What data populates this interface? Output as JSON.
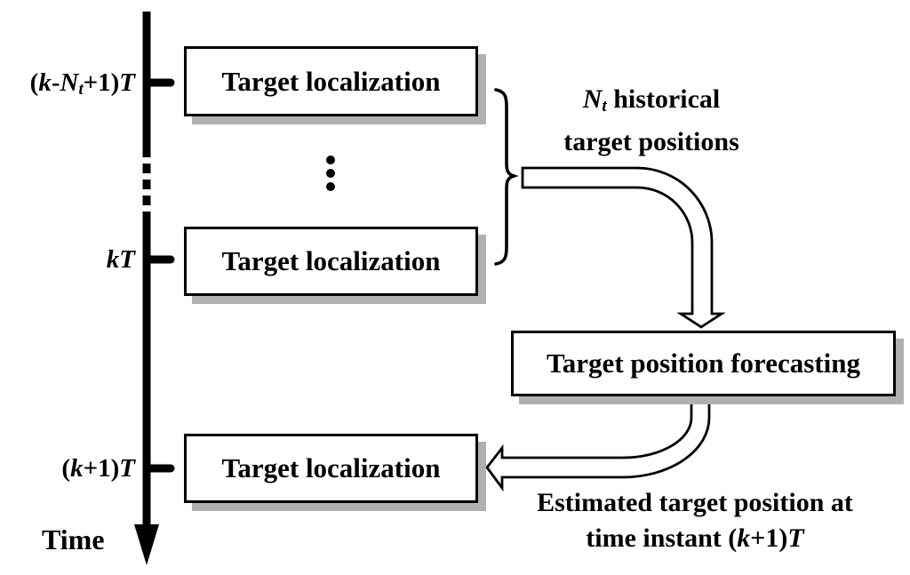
{
  "canvas": {
    "background": "#ffffff",
    "ink_color": "#000000",
    "shadow_color": "#b0b0b0"
  },
  "timeline": {
    "axis_label": "Time",
    "ticks": [
      {
        "name": "tick-k-minus-nt-plus-1-T",
        "rich": [
          [
            "(",
            ""
          ],
          [
            "k",
            "i"
          ],
          [
            "-",
            ""
          ],
          [
            "N",
            "i"
          ],
          [
            "t",
            "is"
          ],
          [
            "+1)",
            ""
          ],
          [
            "T",
            "i"
          ]
        ]
      },
      {
        "name": "tick-kT",
        "rich": [
          [
            "k",
            "i"
          ],
          [
            "T",
            "i"
          ]
        ]
      },
      {
        "name": "tick-k-plus-1-T",
        "rich": [
          [
            "(",
            ""
          ],
          [
            "k",
            "i"
          ],
          [
            "+1)",
            ""
          ],
          [
            "T",
            "i"
          ]
        ]
      }
    ]
  },
  "boxes": [
    {
      "id": "target-localization-1",
      "label": "Target localization"
    },
    {
      "id": "target-localization-2",
      "label": "Target localization"
    },
    {
      "id": "target-localization-3",
      "label": "Target localization"
    },
    {
      "id": "target-position-forecasting",
      "label": "Target position forecasting"
    }
  ],
  "annotations": {
    "historical": {
      "line1_rich": [
        [
          "N",
          "i"
        ],
        [
          "t",
          "is"
        ],
        [
          " historical",
          ""
        ]
      ],
      "line2": "target positions"
    },
    "estimated": {
      "line1": "Estimated target position at",
      "line2_rich": [
        [
          "time instant (",
          ""
        ],
        [
          "k",
          "i"
        ],
        [
          "+1)",
          ""
        ],
        [
          "T",
          "i"
        ]
      ]
    }
  },
  "icons": {
    "timeline_arrow": "downward-timeline-arrow",
    "curly_brace": "right-curly-brace",
    "elbow_arrow_down": "hollow-elbow-arrow-right-down",
    "elbow_arrow_left": "hollow-elbow-arrow-down-left",
    "ellipsis": "vertical-ellipsis"
  }
}
